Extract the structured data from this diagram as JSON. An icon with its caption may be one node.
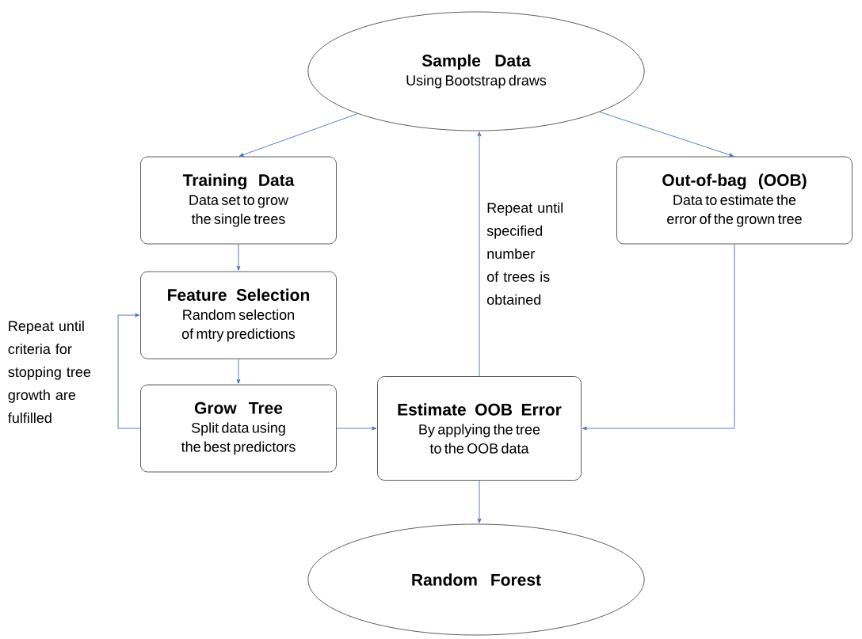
{
  "diagram": {
    "nodes": [
      {
        "text": [
          "Sample Data",
          "Using Bootstrap draws"
        ]
      },
      {
        "text": [
          "Training Data",
          "Data set to grow the single trees"
        ]
      },
      {
        "text": [
          "Out-of-bag (OOB)",
          "Data to estimate the error of the grown tree"
        ]
      },
      {
        "text": [
          "Feature Selection",
          "Random selection of mtry predictions"
        ]
      },
      {
        "text": [
          "Grow Tree",
          "Split data using the best predictors"
        ]
      },
      {
        "text": [
          "Estimate OOB Error",
          "By applying the tree to the OOB data"
        ]
      },
      {
        "text": [
          "Random Forest"
        ]
      }
    ],
    "edges": [
      {
        "from": 0,
        "to": 1,
        "arrow": "to"
      },
      {
        "from": 0,
        "to": 2,
        "arrow": "to"
      },
      {
        "from": 1,
        "to": 3,
        "arrow": "to"
      },
      {
        "from": 3,
        "to": 4,
        "arrow": "to"
      },
      {
        "from": 4,
        "to": 3,
        "arrow": "to",
        "label": "Repeat until criteria for stopping tree growth are fulfilled"
      },
      {
        "from": 4,
        "to": 5,
        "arrow": "to"
      },
      {
        "from": 2,
        "to": 5,
        "arrow": "to"
      },
      {
        "from": 5,
        "to": 0,
        "arrow": "to",
        "label": "Repeat until specified number of trees is obtained"
      },
      {
        "from": 5,
        "to": 6,
        "arrow": "to"
      }
    ]
  }
}
